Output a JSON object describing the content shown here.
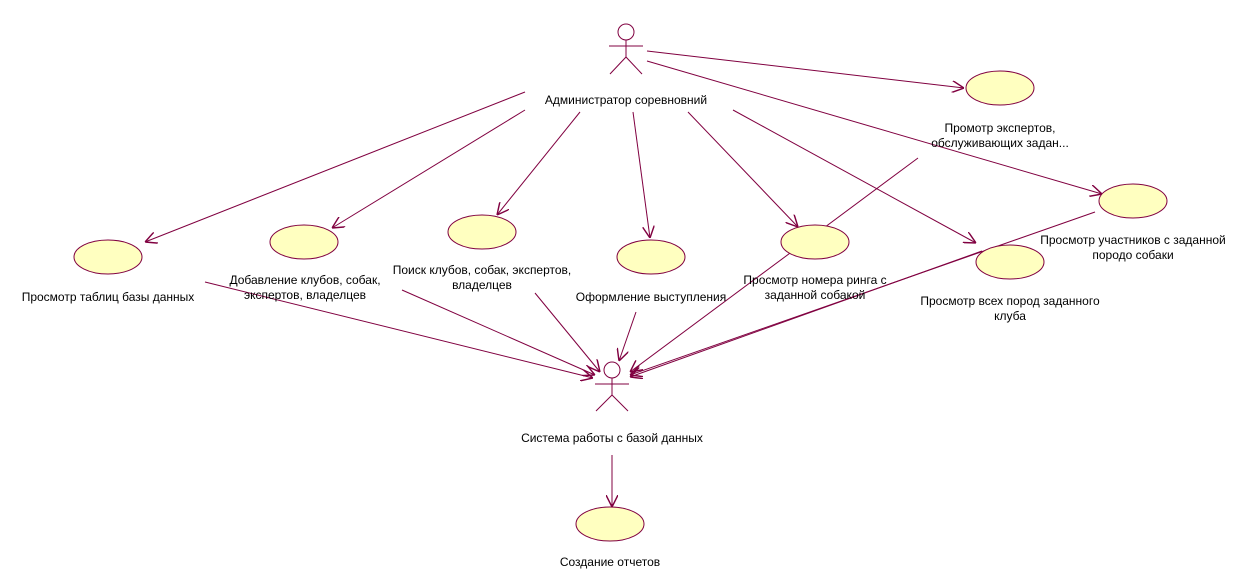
{
  "colors": {
    "line": "#800040",
    "usecase_fill": "#ffffc0",
    "usecase_stroke": "#800040",
    "text": "#000000"
  },
  "actors": {
    "admin": {
      "name": "Администратор соревновний",
      "icon": "stick-figure-actor-icon"
    },
    "system": {
      "name": "Система работы с базой данных",
      "icon": "stick-figure-actor-icon"
    }
  },
  "use_cases": {
    "tables": "Просмотр таблиц базы данных",
    "add": "Добавление клубов, собак,\nэкспертов, владелцев",
    "search": "Поиск клубов, собак, экспертов,\nвладелцев",
    "perf": "Оформление выступления",
    "ring": "Просмотр номера ринга с\nзаданной собакой",
    "breeds": "Просмотр всех пород заданного\nклуба",
    "experts": "Промотр экспертов,\nобслуживающих задан...",
    "participants": "Просмотр участников с заданной\nпородо собаки",
    "reports": "Создание отчетов"
  }
}
